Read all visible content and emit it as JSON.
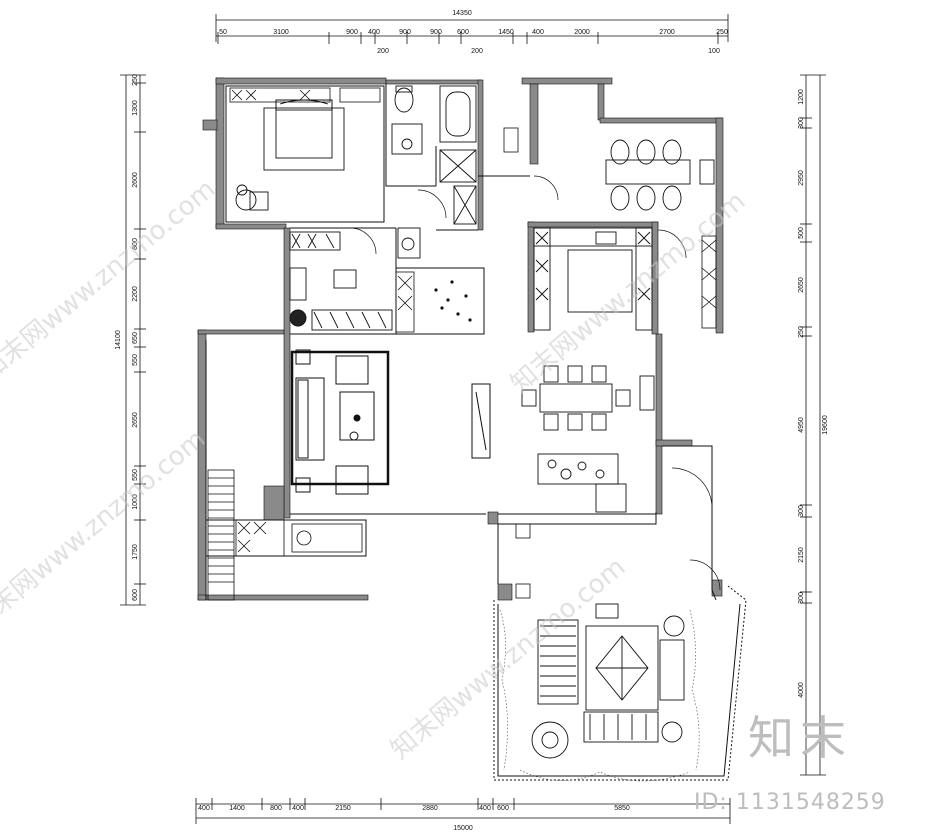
{
  "top_dims": {
    "overall": "14350",
    "segments": [
      "50",
      "3100",
      "900",
      "400",
      "900",
      "900",
      "600",
      "1450",
      "400",
      "2000",
      "2700",
      "250"
    ],
    "sub": [
      "200",
      "200",
      "100"
    ]
  },
  "left_dims": {
    "overall": "14100",
    "segments": [
      "250",
      "1300",
      "2600",
      "800",
      "2200",
      "650",
      "550",
      "2650",
      "550",
      "1000",
      "1750",
      "600"
    ]
  },
  "right_dims": {
    "overall": "19600",
    "segments": [
      "1200",
      "300",
      "2950",
      "500",
      "2650",
      "250",
      "4950",
      "300",
      "2150",
      "300",
      "4000"
    ]
  },
  "bottom_dims": {
    "overall": "15000",
    "segments": [
      "400",
      "1400",
      "800",
      "400",
      "2150",
      "2880",
      "400",
      "600",
      "5850"
    ]
  },
  "watermark": {
    "text": "知末网www.znzmo.com"
  },
  "brand": {
    "logo": "知末",
    "id": "ID: 1131548259"
  },
  "colors": {
    "wall": "#8a8a8a",
    "line": "#111111",
    "watermark": "#c9c9c9"
  }
}
